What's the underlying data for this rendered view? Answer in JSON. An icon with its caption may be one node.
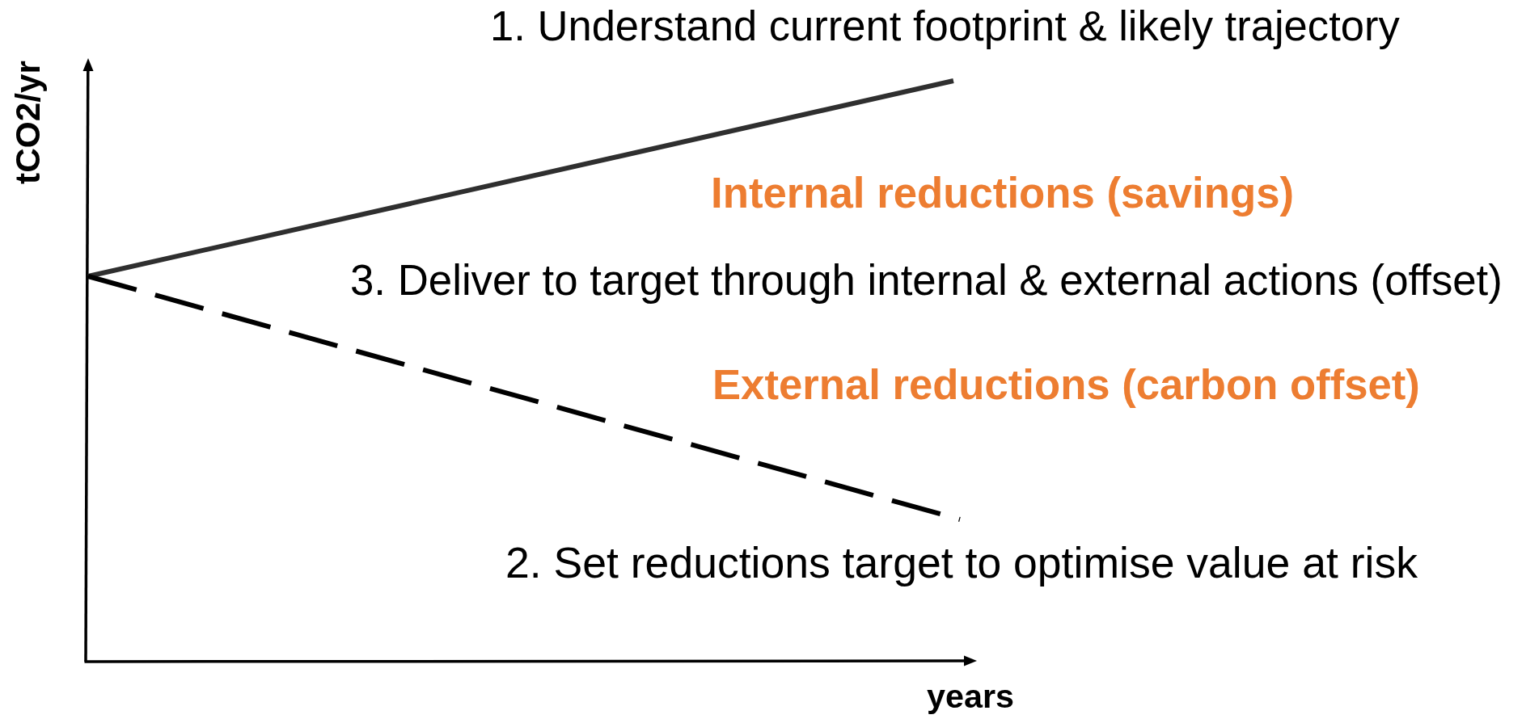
{
  "diagram": {
    "labels": [
      "1. Understand current footprint & likely trajectory",
      "tCO2/yr",
      "Internal reductions (savings)",
      "3. Deliver to target through internal & external actions (offset)",
      "External reductions (carbon offset)",
      "2. Set reductions target to optimise value at risk",
      "years"
    ]
  }
}
